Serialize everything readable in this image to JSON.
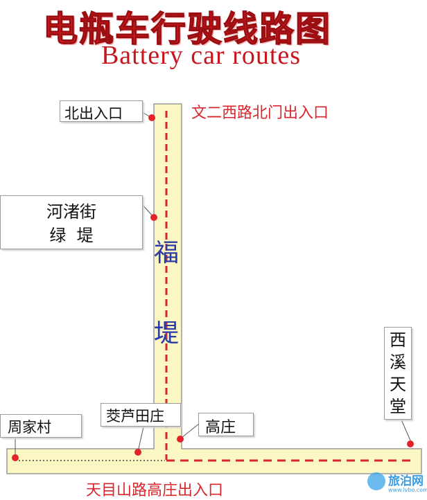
{
  "title": {
    "cn": "电瓶车行驶线路图",
    "en": "Battery car routes"
  },
  "gates": {
    "north_gate": "文二西路北门出入口",
    "south_gate": "天目山路高庄出入口"
  },
  "road_name": [
    "福",
    "堤"
  ],
  "stops": {
    "north_entrance": "北出入口",
    "hezhu_street": [
      "河渚街",
      "绿  堤"
    ],
    "zhoujia_village": "周家村",
    "jiaolu_tianzhuang": "茭芦田庄",
    "gaozhuang": "高庄",
    "xixi_tiantang": [
      "西",
      "溪",
      "天",
      "堂"
    ]
  },
  "colors": {
    "road_fill": "#fbf7c3",
    "road_border": "#9a9a9a",
    "route": "#d9262c",
    "title": "#e8242a",
    "road_name": "#2b3aa8"
  },
  "icons": {
    "stop_marker": "red-dot-icon",
    "watermark": "travel-logo-icon"
  },
  "watermark": {
    "name": "旅泊网",
    "url": "www.lvbo.com"
  }
}
